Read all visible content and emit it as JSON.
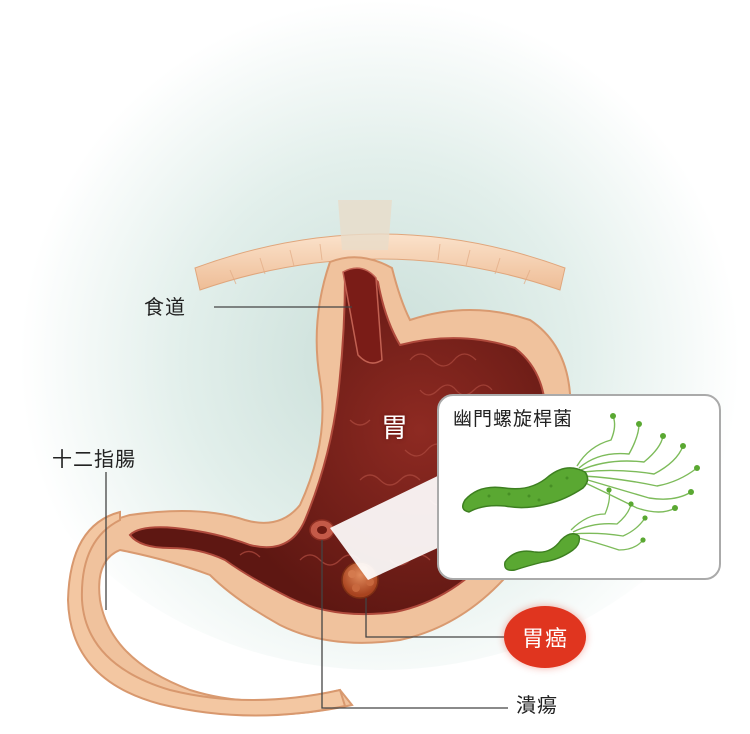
{
  "labels": {
    "esophagus": "食道",
    "duodenum": "十二指腸",
    "stomach": "胃",
    "ulcer": "潰瘍",
    "cancer": "胃癌"
  },
  "inset": {
    "title": "幽門螺旋桿菌"
  },
  "colors": {
    "stomach_wall": "#e8b08a",
    "stomach_lining": "#8a1f1f",
    "stomach_outer": "#f4c9a5",
    "diaphragm": "#f3cfae",
    "bacteria": "#5aa832",
    "flagella": "#7dbb5a",
    "tumor": "#c4572f",
    "cancer_badge": "#e0351f",
    "background_glow": "#dbe9e4"
  }
}
